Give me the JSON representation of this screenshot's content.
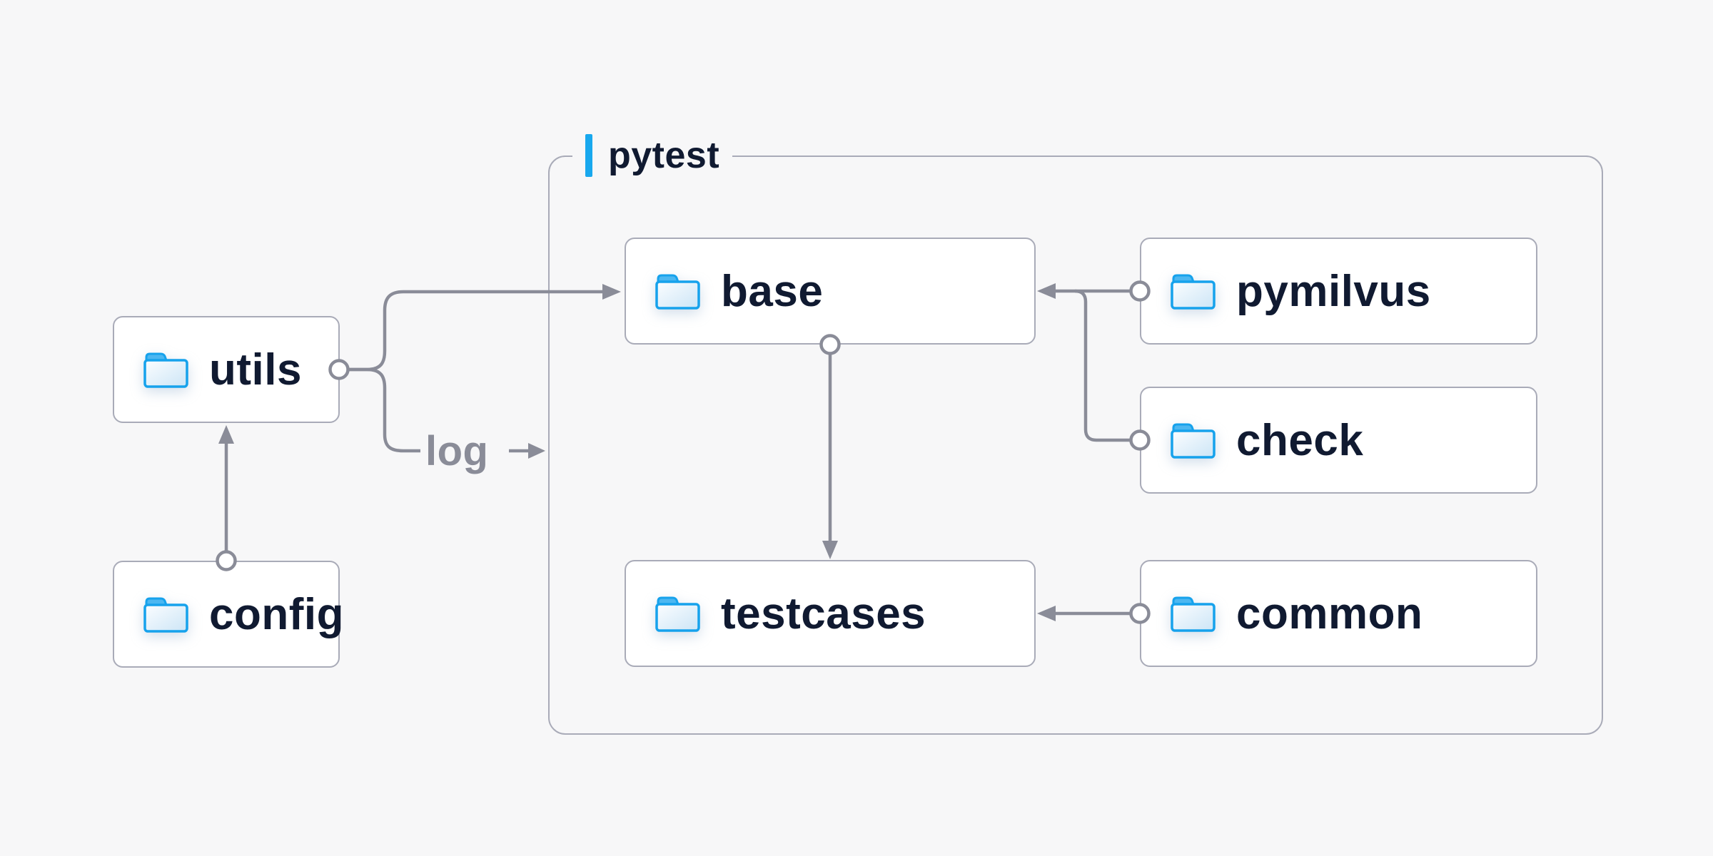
{
  "group": {
    "label": "pytest"
  },
  "nodes": {
    "utils": {
      "label": "utils"
    },
    "config": {
      "label": "config"
    },
    "base": {
      "label": "base"
    },
    "testcases": {
      "label": "testcases"
    },
    "pymilvus": {
      "label": "pymilvus"
    },
    "check": {
      "label": "check"
    },
    "common": {
      "label": "common"
    }
  },
  "edge_label": {
    "text": "log"
  },
  "edges": [
    {
      "from": "config",
      "to": "utils",
      "type": "arrow"
    },
    {
      "from": "utils",
      "to": "base",
      "type": "arrow"
    },
    {
      "from": "utils",
      "to": "pytest-group",
      "type": "arrow",
      "label": "log"
    },
    {
      "from": "base",
      "to": "testcases",
      "type": "arrow"
    },
    {
      "from": "pymilvus",
      "to": "base",
      "type": "arrow"
    },
    {
      "from": "check",
      "to": "base",
      "type": "arrow"
    },
    {
      "from": "common",
      "to": "testcases",
      "type": "arrow"
    }
  ],
  "colors": {
    "background": "#f7f7f8",
    "node_bg": "#ffffff",
    "node_border": "#a9abb8",
    "connector": "#8a8c98",
    "text": "#101a31",
    "accent_blue": "#18a8ee",
    "folder_border": "#16a2ec",
    "folder_tab": "#4cb7f1",
    "folder_body_1": "#fbfdff",
    "folder_body_2": "#cce5f6"
  }
}
